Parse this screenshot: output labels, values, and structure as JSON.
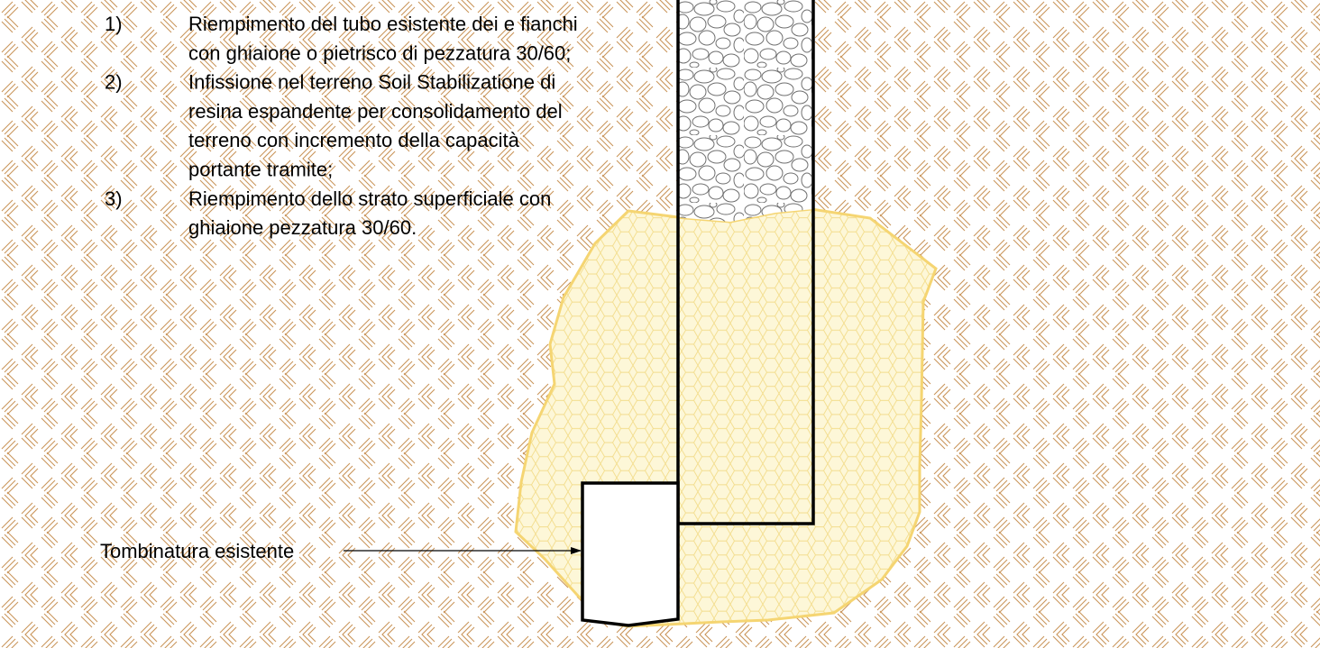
{
  "notes": [
    {
      "number": "1)",
      "lines": [
        "Riempimento del tubo esistente dei e fianchi",
        "con ghiaione o pietrisco di pezzatura 30/60;"
      ]
    },
    {
      "number": "2)",
      "lines": [
        "Infissione nel terreno Soil Stabilizatione di",
        "resina espandente per consolidamento del",
        "terreno con incremento della capacità",
        "portante tramite;"
      ]
    },
    {
      "number": "3)",
      "lines": [
        "Riempimento dello strato superficiale con",
        "ghiaione pezzatura 30/60."
      ]
    }
  ],
  "callout": {
    "label": "Tombinatura esistente"
  },
  "colors": {
    "soil_hatch": "#c9955a",
    "resin_outline": "#f5d572",
    "resin_fill": "#fdf7d8",
    "resin_hex": "#f3dd8c",
    "gravel_stroke": "#6f6f6f",
    "ink": "#000000"
  }
}
